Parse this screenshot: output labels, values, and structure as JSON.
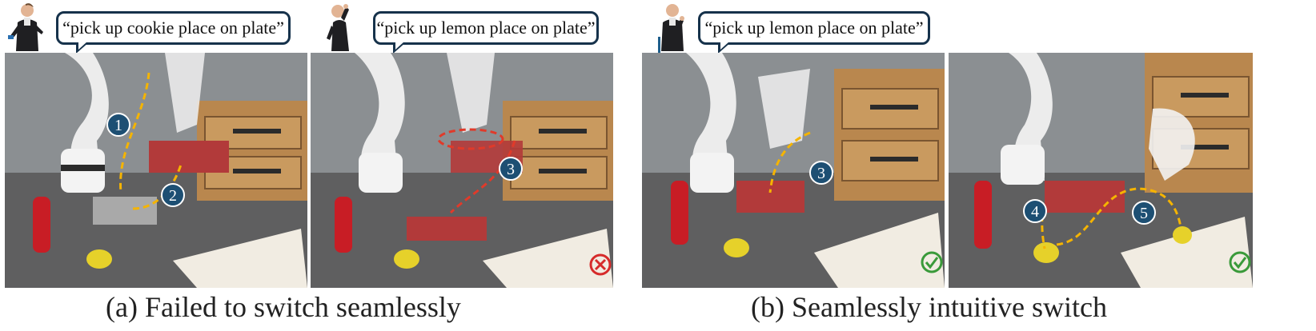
{
  "instructions": [
    "“pick up cookie place on plate”",
    "“pick up lemon place on plate”",
    "“pick up lemon place on plate”"
  ],
  "step_numbers": [
    "1",
    "2",
    "3",
    "3",
    "4",
    "5"
  ],
  "status_icons": [
    "failure-x-icon",
    "success-check-icon",
    "success-check-icon"
  ],
  "captions": {
    "a": "(a) Failed to switch seamlessly",
    "b": "(b) Seamlessly intuitive switch"
  },
  "colors": {
    "step_badge": "#1d4f73",
    "path_yellow": "#f5b400",
    "path_red": "#e03a2a",
    "success": "#3a9a3a",
    "failure": "#d62b2b",
    "divider": "#1f5f8c"
  }
}
